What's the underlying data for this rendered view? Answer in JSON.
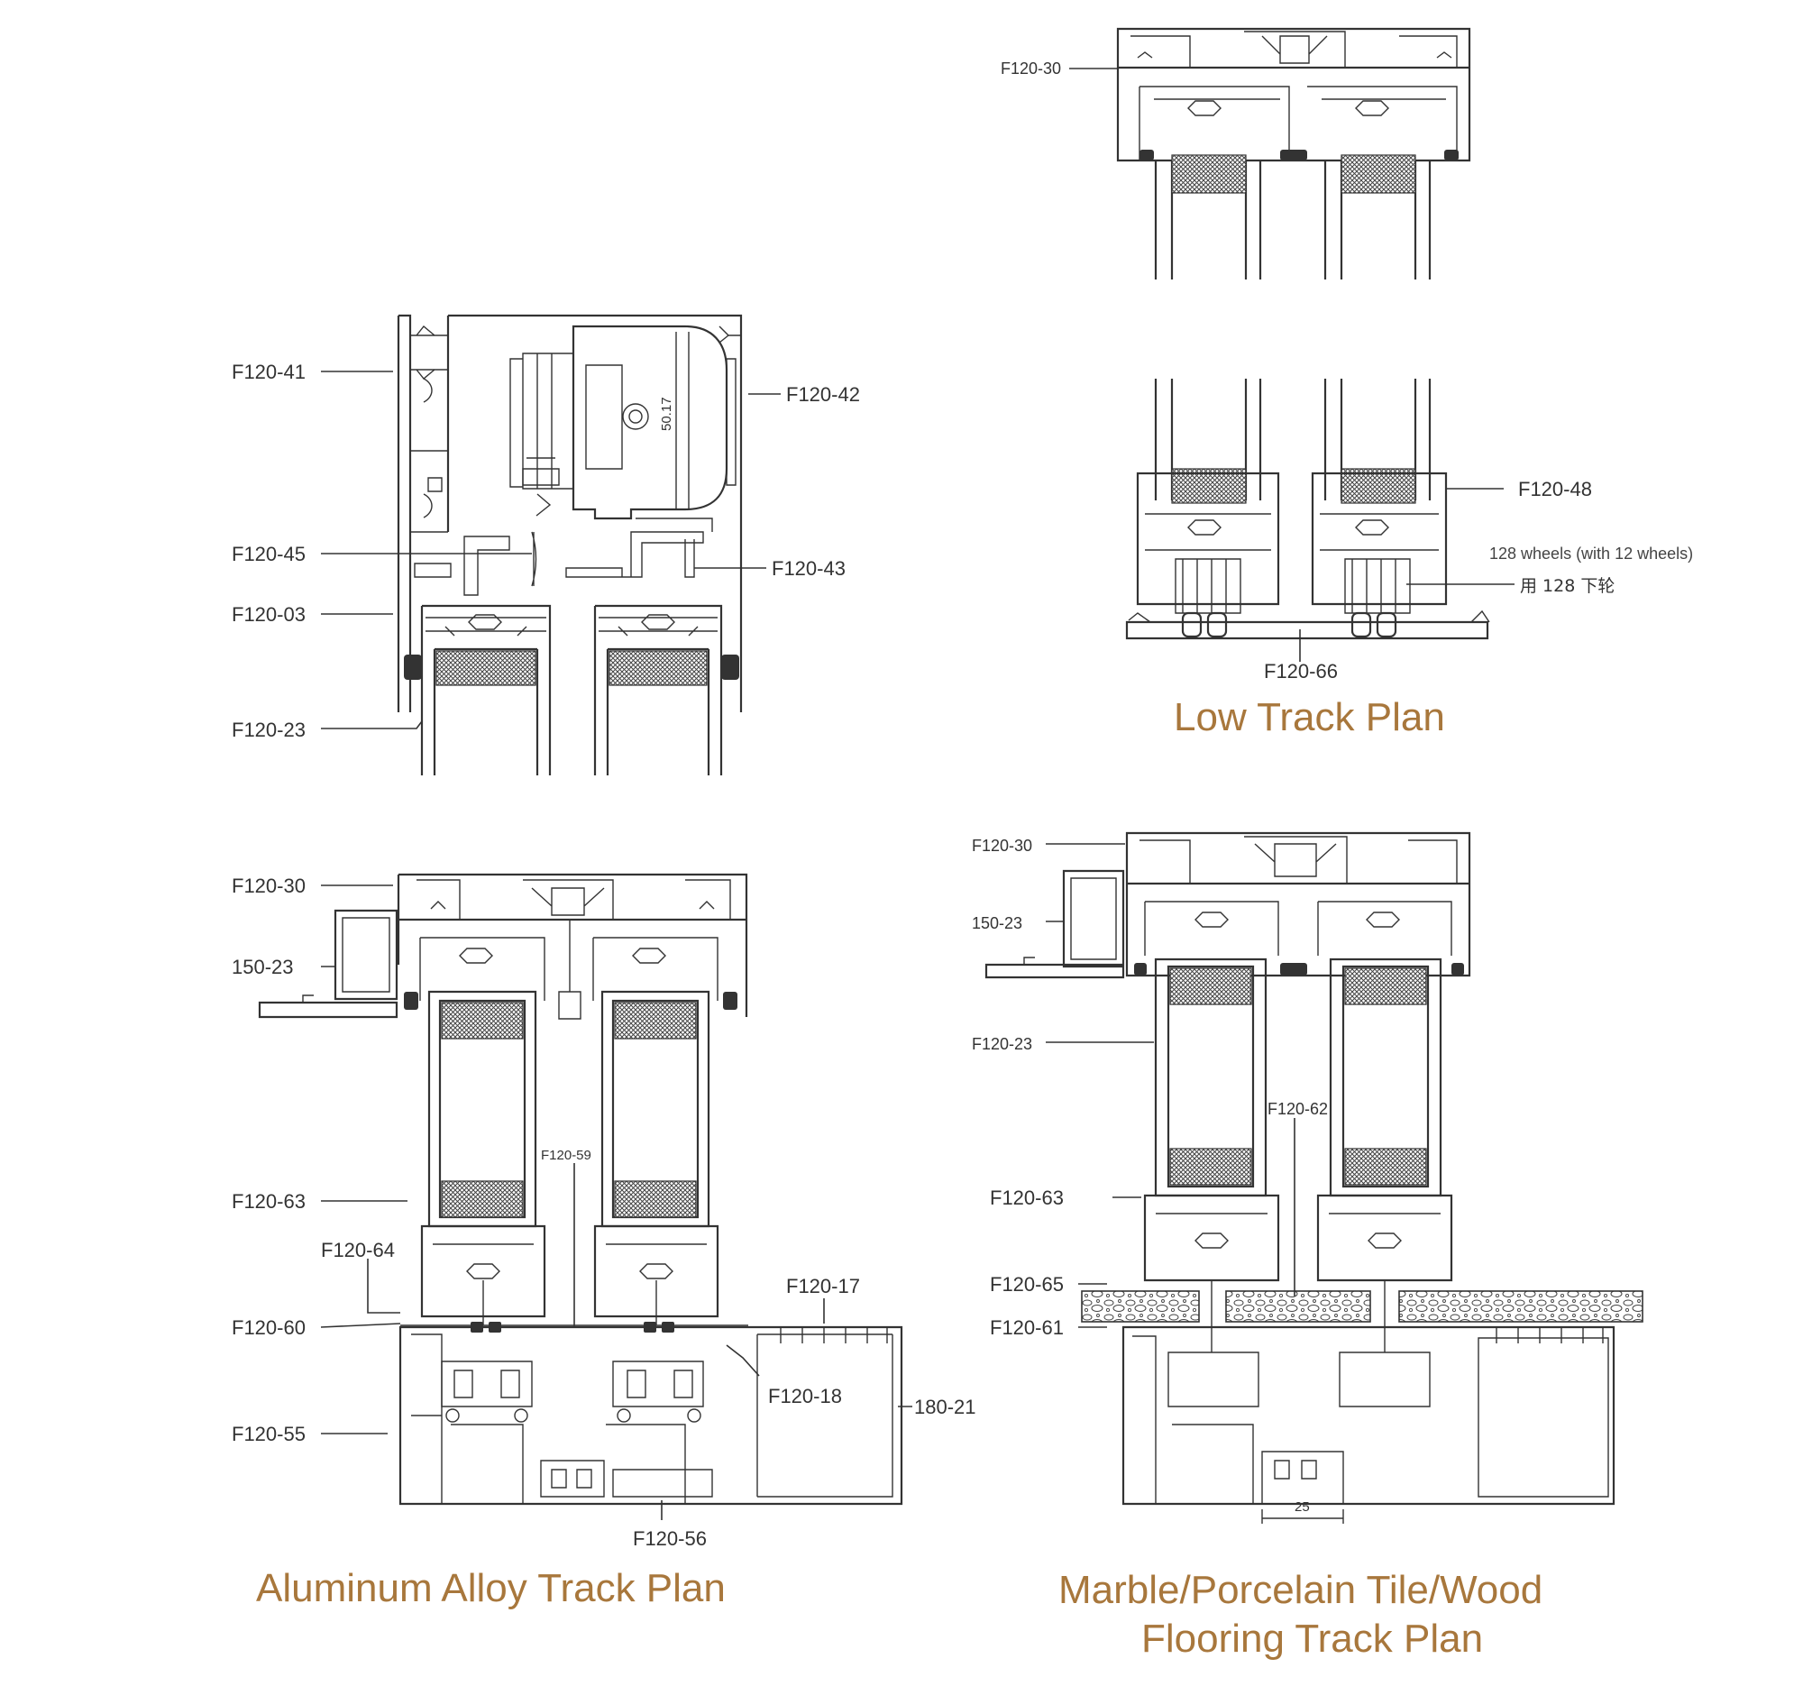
{
  "colors": {
    "title": "#A8773C",
    "line": "#333333",
    "background": "#ffffff"
  },
  "upper_left": {
    "labels": {
      "f41": "F120-41",
      "f42": "F120-42",
      "f45": "F120-45",
      "f43": "F120-43",
      "f03": "F120-03",
      "f23": "F120-23"
    },
    "lock_mark": "50.17"
  },
  "low_track": {
    "labels": {
      "top30": "F120-30",
      "f48": "F120-48",
      "f66": "F120-66"
    },
    "wheels_note": "128 wheels (with 12 wheels)",
    "wheels_note_cn": "用 128 下轮",
    "title": "Low Track Plan"
  },
  "aluminum": {
    "labels": {
      "f30": "F120-30",
      "l15023": "150-23",
      "f63": "F120-63",
      "f64": "F120-64",
      "f59": "F120-59",
      "f60": "F120-60",
      "f17": "F120-17",
      "f18": "F120-18",
      "l18021": "180-21",
      "f55": "F120-55",
      "f56": "F120-56"
    },
    "title": "Aluminum Alloy Track Plan"
  },
  "flooring": {
    "labels": {
      "f30": "F120-30",
      "l15023": "150-23",
      "f23": "F120-23",
      "f62": "F120-62",
      "f63": "F120-63",
      "f65": "F120-65",
      "f61": "F120-61"
    },
    "dimension": "25",
    "title_line1": "Marble/Porcelain Tile/Wood",
    "title_line2": "Flooring Track Plan"
  }
}
